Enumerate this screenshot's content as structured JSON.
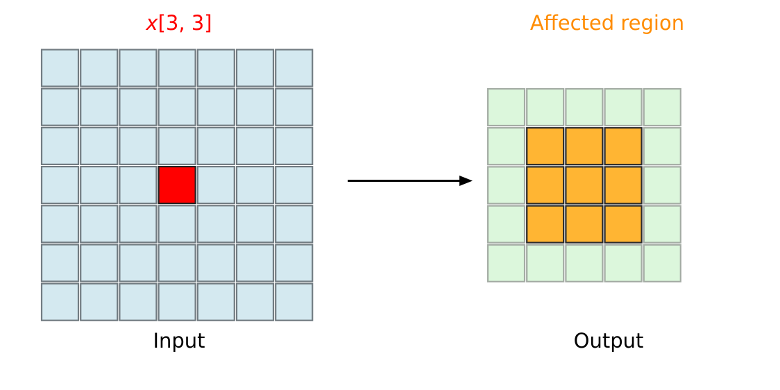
{
  "input_grid": {
    "title_var": "x",
    "title_index": "[3, 3]",
    "caption": "Input",
    "rows": 7,
    "cols": 7,
    "highlight": {
      "row": 3,
      "col": 3
    },
    "colors": {
      "cell_fill": "#d4e9f0",
      "cell_stroke": "#727c82",
      "highlight_fill": "#ff0000",
      "highlight_stroke": "#222222"
    }
  },
  "output_grid": {
    "title": "Affected region",
    "caption": "Output",
    "rows": 5,
    "cols": 5,
    "region": {
      "row_start": 1,
      "row_end": 3,
      "col_start": 1,
      "col_end": 3
    },
    "colors": {
      "cell_fill": "#dcf7dc",
      "cell_stroke": "#a4aca4",
      "region_fill": "#ffb533",
      "region_stroke": "#2b2b2b"
    }
  },
  "arrow": {
    "color": "#000000"
  }
}
